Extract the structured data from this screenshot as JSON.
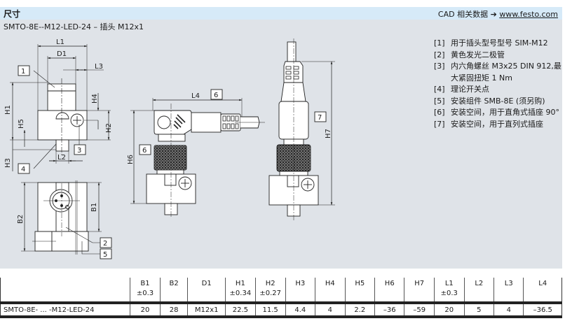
{
  "header": {
    "title": "尺寸",
    "cad_text": "CAD 相关数据 ➔",
    "cad_link": "www.festo.com"
  },
  "subtitle": "SMTO-8E--M12-LED-24 – 插头 M12x1",
  "drawing_labels": {
    "L1": "L1",
    "D1": "D1",
    "L3": "L3",
    "H1": "H1",
    "H4": "H4",
    "H2": "H2",
    "H5": "H5",
    "H3": "H3",
    "L2": "L2",
    "B1": "B1",
    "B2": "B2",
    "L4": "L4",
    "H6": "H6",
    "H7": "H7",
    "callouts": [
      "1",
      "2",
      "3",
      "4",
      "5",
      "6",
      "7"
    ]
  },
  "legend": [
    {
      "num": "[1]",
      "text": "用于插头型号型号 SIM-M12"
    },
    {
      "num": "[2]",
      "text": "黄色发光二极管"
    },
    {
      "num": "[3]",
      "text": "内六角螺丝 M3x25 DIN 912,最大紧固扭矩 1 Nm"
    },
    {
      "num": "[4]",
      "text": "理论开关点"
    },
    {
      "num": "[5]",
      "text": "安装组件 SMB-8E (须另购)"
    },
    {
      "num": "[6]",
      "text": "安装空间，用于直角式插座 90°"
    },
    {
      "num": "[7]",
      "text": "安装空间，用于直列式插座"
    }
  ],
  "table": {
    "headers": [
      {
        "name": "",
        "tol": ""
      },
      {
        "name": "B1",
        "tol": "±0.3"
      },
      {
        "name": "B2",
        "tol": ""
      },
      {
        "name": "D1",
        "tol": ""
      },
      {
        "name": "H1",
        "tol": "±0.34"
      },
      {
        "name": "H2",
        "tol": "±0.27"
      },
      {
        "name": "H3",
        "tol": ""
      },
      {
        "name": "H4",
        "tol": ""
      },
      {
        "name": "H5",
        "tol": ""
      },
      {
        "name": "H6",
        "tol": ""
      },
      {
        "name": "H7",
        "tol": ""
      },
      {
        "name": "L1",
        "tol": "±0.3"
      },
      {
        "name": "L2",
        "tol": ""
      },
      {
        "name": "L3",
        "tol": ""
      },
      {
        "name": "L4",
        "tol": ""
      }
    ],
    "rows": [
      [
        "SMTO-8E- ... -M12-LED-24",
        "20",
        "28",
        "M12x1",
        "22.5",
        "11.5",
        "4.4",
        "4",
        "2.2",
        "–36",
        "–59",
        "20",
        "5",
        "4",
        "–36.5"
      ]
    ]
  }
}
